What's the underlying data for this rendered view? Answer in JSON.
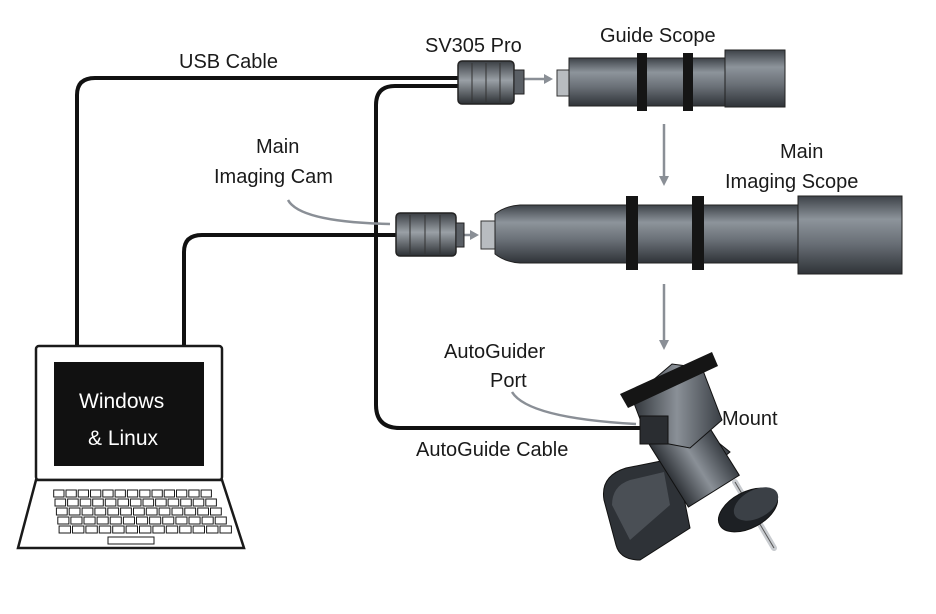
{
  "labels": {
    "usb_cable": "USB Cable",
    "sv305_pro": "SV305 Pro",
    "guide_scope": "Guide Scope",
    "main_imaging_cam_line1": "Main",
    "main_imaging_cam_line2": "Imaging Cam",
    "main_imaging_scope_line1": "Main",
    "main_imaging_scope_line2": "Imaging Scope",
    "autoguider_port_line1": "AutoGuider",
    "autoguider_port_line2": "Port",
    "mount": "Mount",
    "autoguide_cable": "AutoGuide Cable"
  },
  "laptop": {
    "screen_line1": "Windows",
    "screen_line2": "& Linux"
  },
  "colors": {
    "cable": "#111111",
    "arrow": "#8a8f96",
    "scope_body": "#6e747b",
    "screen": "#111111"
  }
}
